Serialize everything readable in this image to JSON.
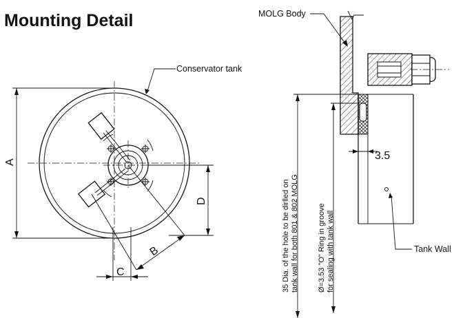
{
  "title": "Mounting Detail",
  "labels": {
    "conservator_tank": "Conservator tank",
    "molg_body": "MOLG Body",
    "tank_wall": "Tank Wall"
  },
  "dimensions": {
    "a": "A",
    "b": "B",
    "c": "C",
    "d": "D",
    "thickness": "3.5"
  },
  "notes": {
    "hole_line1": "35 Dia. of the hole to be dirlled on",
    "hole_line2": "tank wall for both  801 & 802 MOLG",
    "oring_line1": "Ø=3.53 \"O\" Ring in groove",
    "oring_line2": "for sealing with tank wall"
  }
}
